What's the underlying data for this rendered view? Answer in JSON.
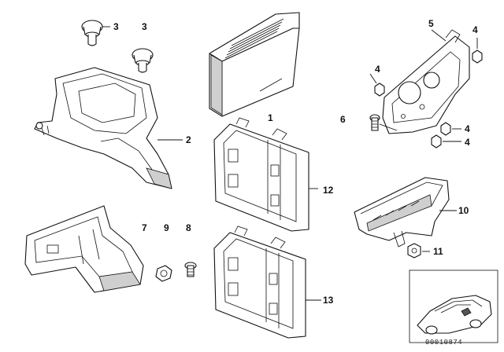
{
  "callouts": {
    "c3a": "3",
    "c3b": "3",
    "c2": "2",
    "c1": "1",
    "c5": "5",
    "c4a": "4",
    "c4b": "4",
    "c4c": "4",
    "c4d": "4",
    "c6": "6",
    "c12": "12",
    "c7": "7",
    "c9": "9",
    "c8": "8",
    "c10": "10",
    "c11": "11",
    "c13": "13"
  },
  "diagram_code": "00010874",
  "colors": {
    "line": "#111111",
    "shade": "#cfcfcf",
    "background": "#ffffff"
  }
}
